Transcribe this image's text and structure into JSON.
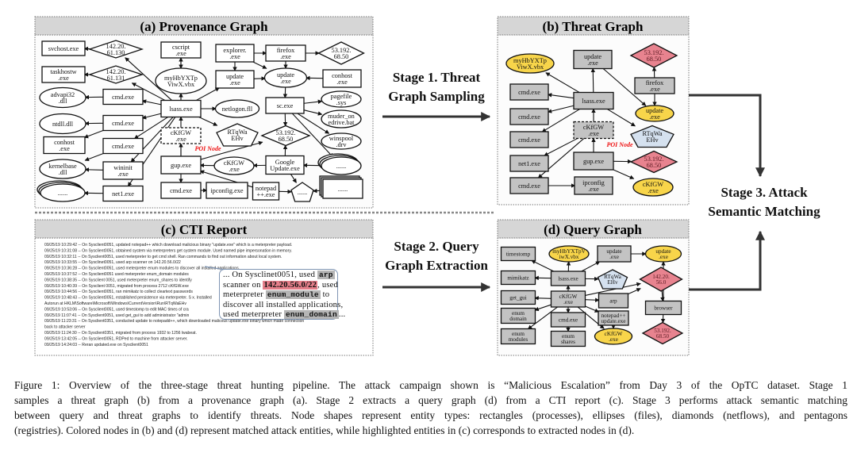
{
  "colors": {
    "process_gray": "#c3c3c3",
    "matched_file": "#f8d54a",
    "matched_netflow": "#e8838f",
    "matched_registry": "#d5e1ef",
    "poi": "#ee1111",
    "callout_border": "#7f95b3"
  },
  "panels": {
    "a": {
      "title": "(a) Provenance Graph"
    },
    "b": {
      "title": "(b) Threat Graph"
    },
    "c": {
      "title": "(c) CTI Report"
    },
    "d": {
      "title": "(d) Query Graph"
    }
  },
  "poi_label": "POI Node",
  "stages": {
    "s1": [
      "Stage 1.  Threat",
      "Graph Sampling"
    ],
    "s2": [
      "Stage 2.  Query",
      "Graph Extraction"
    ],
    "s3": [
      "Stage 3. Attack",
      "Semantic Matching"
    ]
  },
  "provenance_graph": {
    "nodes": [
      {
        "id": "a1",
        "label": "svchost.exe",
        "shape": "rect"
      },
      {
        "id": "a2",
        "label": "142.20.\n61.130",
        "shape": "diamond"
      },
      {
        "id": "a3",
        "label": "taskhostw\n.exe",
        "shape": "rect"
      },
      {
        "id": "a4",
        "label": "142.20.\n61.131",
        "shape": "diamond"
      },
      {
        "id": "a5",
        "label": "advapi32\n.dll",
        "shape": "ellipse"
      },
      {
        "id": "a6",
        "label": "cmd.exe",
        "shape": "rect"
      },
      {
        "id": "a7",
        "label": "ntdll.dll",
        "shape": "ellipse"
      },
      {
        "id": "a8",
        "label": "cmd.exe",
        "shape": "rect"
      },
      {
        "id": "a9",
        "label": "conhost\n.exe",
        "shape": "rect"
      },
      {
        "id": "a10",
        "label": "cmd.exe",
        "shape": "rect"
      },
      {
        "id": "a11",
        "label": "kernelbase\n.dll",
        "shape": "ellipse"
      },
      {
        "id": "a12",
        "label": "wininit\n.exe",
        "shape": "rect"
      },
      {
        "id": "a13",
        "label": "......",
        "shape": "stack-ellipse"
      },
      {
        "id": "a14",
        "label": "net1.exe",
        "shape": "rect"
      },
      {
        "id": "a15",
        "label": "cscript\n.exe",
        "shape": "rect"
      },
      {
        "id": "a16",
        "label": "myHbYXTp\nViwX.vbx",
        "shape": "ellipse"
      },
      {
        "id": "a17",
        "label": "lsass.exe",
        "shape": "rect"
      },
      {
        "id": "a18",
        "label": "netlogon.fll",
        "shape": "ellipse"
      },
      {
        "id": "a19",
        "label": "cKfGW\n.exe",
        "shape": "dashed-rect"
      },
      {
        "id": "a20",
        "label": "RTqWa\nEHv",
        "shape": "pentagon"
      },
      {
        "id": "a21",
        "label": "gup.exe",
        "shape": "rect"
      },
      {
        "id": "a22",
        "label": "cKfGW\n.exe",
        "shape": "ellipse"
      },
      {
        "id": "a23",
        "label": "cmd.exe",
        "shape": "rect"
      },
      {
        "id": "a24",
        "label": "ipconfig.exe",
        "shape": "rect"
      },
      {
        "id": "a25",
        "label": "explorer.\n.exe",
        "shape": "rect"
      },
      {
        "id": "a26",
        "label": "update\n.exe",
        "shape": "rect"
      },
      {
        "id": "a27",
        "label": "firefox\n.exe",
        "shape": "rect"
      },
      {
        "id": "a28",
        "label": "53.192.\n68.50",
        "shape": "diamond"
      },
      {
        "id": "a29",
        "label": "update\n.exe",
        "shape": "ellipse"
      },
      {
        "id": "a30",
        "label": "conhost\n.exe",
        "shape": "rect"
      },
      {
        "id": "a31",
        "label": "sc.exe",
        "shape": "rect"
      },
      {
        "id": "a32",
        "label": "pagefile\n.sys",
        "shape": "ellipse"
      },
      {
        "id": "a33",
        "label": "muder_on\nedrive.bat",
        "shape": "ellipse"
      },
      {
        "id": "a34",
        "label": "53.192.\n68.50",
        "shape": "diamond"
      },
      {
        "id": "a35",
        "label": "winspool\n.drv",
        "shape": "ellipse"
      },
      {
        "id": "a36",
        "label": "Google\nUpdate.exe",
        "shape": "rect"
      },
      {
        "id": "a37",
        "label": "......",
        "shape": "stack-ellipse"
      },
      {
        "id": "a38",
        "label": "notepad\n++.exe",
        "shape": "rect"
      },
      {
        "id": "a39",
        "label": "......",
        "shape": "pentagon"
      },
      {
        "id": "a40",
        "label": "......",
        "shape": "stack-rect"
      }
    ],
    "edges": [
      [
        "a2",
        "a1"
      ],
      [
        "a4",
        "a3"
      ],
      [
        "a17",
        "a2"
      ],
      [
        "a17",
        "a4"
      ],
      [
        "a17",
        "a6"
      ],
      [
        "a17",
        "a8"
      ],
      [
        "a17",
        "a10"
      ],
      [
        "a17",
        "a12"
      ],
      [
        "a17",
        "a14"
      ],
      [
        "a6",
        "a5"
      ],
      [
        "a8",
        "a7"
      ],
      [
        "a8",
        "a9"
      ],
      [
        "a10",
        "a11"
      ],
      [
        "a12",
        "a11"
      ],
      [
        "a14",
        "a13"
      ],
      [
        "a15",
        "a16"
      ],
      [
        "a17",
        "a16"
      ],
      [
        "a17",
        "a15"
      ],
      [
        "a17",
        "a18"
      ],
      [
        "a17",
        "a20"
      ],
      [
        "a17",
        "a26"
      ],
      [
        "a19",
        "a17"
      ],
      [
        "a21",
        "a19"
      ],
      [
        "a19",
        "a23"
      ],
      [
        "a22",
        "a21"
      ],
      [
        "a36",
        "a22"
      ],
      [
        "a23",
        "a24"
      ],
      [
        "a38",
        "a21"
      ],
      [
        "a25",
        "a27"
      ],
      [
        "a25",
        "a26"
      ],
      [
        "a25",
        "a29"
      ],
      [
        "a27",
        "a28"
      ],
      [
        "a27",
        "a29"
      ],
      [
        "a26",
        "a29"
      ],
      [
        "a30",
        "a29"
      ],
      [
        "a29",
        "a31"
      ],
      [
        "a31",
        "a32"
      ],
      [
        "a31",
        "a33"
      ],
      [
        "a31",
        "a35"
      ],
      [
        "a31",
        "a34"
      ],
      [
        "a31",
        "a37"
      ],
      [
        "a36",
        "a34"
      ],
      [
        "a21",
        "a34"
      ],
      [
        "a37",
        "a36"
      ],
      [
        "a36",
        "a39"
      ],
      [
        "a38",
        "a39"
      ],
      [
        "a40",
        "a39"
      ]
    ]
  },
  "threat_graph": {
    "nodes": [
      {
        "id": "b1",
        "label": "myHbYXTp\nViwX.vbx",
        "shape": "ellipse",
        "color": "yellow"
      },
      {
        "id": "b2",
        "label": "update\n.exe",
        "shape": "rect",
        "color": "gray"
      },
      {
        "id": "b3",
        "label": "53.192.\n68.50",
        "shape": "diamond",
        "color": "pink"
      },
      {
        "id": "b4",
        "label": "firefox\n.exe",
        "shape": "rect",
        "color": "gray"
      },
      {
        "id": "b5",
        "label": "cmd.exe",
        "shape": "rect",
        "color": "gray"
      },
      {
        "id": "b6",
        "label": "lsass.exe",
        "shape": "rect",
        "color": "gray"
      },
      {
        "id": "b7",
        "label": "update\n.exe",
        "shape": "ellipse",
        "color": "yellow"
      },
      {
        "id": "b8",
        "label": "cmd.exe",
        "shape": "rect",
        "color": "gray"
      },
      {
        "id": "b9",
        "label": "cKfGW\n.exe",
        "shape": "dashed-rect",
        "color": "gray"
      },
      {
        "id": "b10",
        "label": "RTqWa\nEHv",
        "shape": "pentagon",
        "color": "blue"
      },
      {
        "id": "b11",
        "label": "cmd.exe",
        "shape": "rect",
        "color": "gray"
      },
      {
        "id": "b12",
        "label": "net1.exe",
        "shape": "rect",
        "color": "gray"
      },
      {
        "id": "b13",
        "label": "gup.exe",
        "shape": "rect",
        "color": "gray"
      },
      {
        "id": "b14",
        "label": "53.192.\n68.50",
        "shape": "diamond",
        "color": "pink"
      },
      {
        "id": "b15",
        "label": "cmd.exe",
        "shape": "rect",
        "color": "gray"
      },
      {
        "id": "b16",
        "label": "ipconfig\n.exe",
        "shape": "rect",
        "color": "gray"
      },
      {
        "id": "b17",
        "label": "cKfGW\n.exe",
        "shape": "ellipse",
        "color": "yellow"
      }
    ],
    "edges": [
      [
        "b6",
        "b1"
      ],
      [
        "b6",
        "b2"
      ],
      [
        "b2",
        "b7"
      ],
      [
        "b4",
        "b3"
      ],
      [
        "b4",
        "b7"
      ],
      [
        "b6",
        "b5"
      ],
      [
        "b6",
        "b8"
      ],
      [
        "b6",
        "b11"
      ],
      [
        "b6",
        "b10"
      ],
      [
        "b9",
        "b6"
      ],
      [
        "b9",
        "b12"
      ],
      [
        "b9",
        "b15"
      ],
      [
        "b13",
        "b9"
      ],
      [
        "b13",
        "b14"
      ],
      [
        "b13",
        "b17"
      ],
      [
        "b15",
        "b16"
      ]
    ]
  },
  "cti_report": {
    "lines": [
      "09/25/19 10:29:42 -- On Sysclient0051, updated notepad++ which download malicious binary \"update.exe\" which is a meterpreter payload.",
      "09/25/19 10:31:08 -- On Sysclient0051, obtained system via meterpreters get system module. Used named pipe impersonation in memory.",
      "09/25/19 10:32:11 -- On Sysclient0051, used meterpreter to get cmd shell. Ran commands to find out information about local system.",
      "09/25/19 10:33:55 -- On Sysclinet0051, used arp scanner on 142.20.56.0/22",
      "09/25/19 10:36:28 -- On Sysclient0051, used meterpreter enum modules to discover all installed applications.",
      "09/25/19 10:37:52 -- On Sysclient0051 used meterpreter enum_domain modules",
      "09/25/19 10:38:35 -- On Sysclient 0051, used meterpreter enum_shares to identify",
      "09/25/19 10:40:39 -- On Sysclient 0051, migrated from process 2712 cKfGW.exe",
      "09/25/19 10:44:56 -- On Sysclient0051, ran mimikatz to collect cleartext passwords",
      "09/25/19 10:48:43 -- On Sysclient0051, established persistence via meterpreter. S                                                                                  x. Installed",
      "Autorun at HKLM\\Software\\Microsoft\\Windows\\CurrentVersion\\Run\\RTqWaEHv",
      "09/25/19 10:53:06 -- On Sysclient0051, used timestomp to edit MAC times of cra",
      "09/25/19 11:07:41 -- On Sysclient0051, used get_gui to add administrator \"admin",
      "09/25/19 11:23:31 -- On Sysclient0351, conducted update to notepadd++, which downloaded malicous update.exe binary which made connection",
      "back to attacker server",
      "09/25/19 11:24:30 -- On Sysclient0351, migrated from process 1932 to 1256 lwabeat.",
      "09/25/19 13:42:05 -- On Sysclient0051, RDPed to machine from attacker server.",
      "09/25/19 14:24:03 -- Reran updated.exe on Sysclient0051"
    ],
    "callout": [
      [
        {
          "t": "... On Sysclinet0051, used "
        },
        {
          "t": "arp",
          "hl": "gray"
        }
      ],
      [
        {
          "t": "scanner on "
        },
        {
          "t": "142.20.56.0/22",
          "hl": "pink"
        },
        {
          "t": ", used"
        }
      ],
      [
        {
          "t": "meterpreter "
        },
        {
          "t": "enum_module",
          "hl": "gray"
        },
        {
          "t": " to"
        }
      ],
      [
        {
          "t": "discover all installed applications,"
        }
      ],
      [
        {
          "t": "used meterpreter "
        },
        {
          "t": "enum_domain",
          "hl": "gray"
        },
        {
          "t": "..."
        }
      ]
    ]
  },
  "query_graph": {
    "nodes": [
      {
        "id": "d1",
        "label": "timestomp",
        "shape": "rect",
        "color": "gray"
      },
      {
        "id": "d2",
        "label": "myHbYXTpV\niwX.vbx",
        "shape": "ellipse",
        "color": "yellow"
      },
      {
        "id": "d3",
        "label": "update\n.exe",
        "shape": "rect",
        "color": "gray"
      },
      {
        "id": "d4",
        "label": "update\n.exe",
        "shape": "ellipse",
        "color": "yellow"
      },
      {
        "id": "d5",
        "label": "mimikatz",
        "shape": "rect",
        "color": "gray"
      },
      {
        "id": "d6",
        "label": "lsass.exe",
        "shape": "rect",
        "color": "gray"
      },
      {
        "id": "d7",
        "label": "RTqWa\nEHv",
        "shape": "pentagon",
        "color": "blue"
      },
      {
        "id": "d8",
        "label": "142.20.\n56.0",
        "shape": "diamond",
        "color": "pink"
      },
      {
        "id": "d9",
        "label": "get_gui",
        "shape": "rect",
        "color": "gray"
      },
      {
        "id": "d10",
        "label": "cKfGW\n.exe",
        "shape": "rect",
        "color": "gray"
      },
      {
        "id": "d11",
        "label": "arp",
        "shape": "rect",
        "color": "gray"
      },
      {
        "id": "d12",
        "label": "browser",
        "shape": "rect",
        "color": "gray"
      },
      {
        "id": "d13",
        "label": "enum\ndomain",
        "shape": "rect",
        "color": "gray"
      },
      {
        "id": "d14",
        "label": "cmd.exe",
        "shape": "rect",
        "color": "gray"
      },
      {
        "id": "d15",
        "label": "notepad++\nupdate.exe",
        "shape": "rect",
        "color": "gray"
      },
      {
        "id": "d16",
        "label": "53.192.\n68.50",
        "shape": "diamond",
        "color": "pink"
      },
      {
        "id": "d17",
        "label": "enum\nmodules",
        "shape": "rect",
        "color": "gray"
      },
      {
        "id": "d18",
        "label": "enum\nshares",
        "shape": "rect",
        "color": "gray"
      },
      {
        "id": "d19",
        "label": "cKfGW\n.exe",
        "shape": "ellipse",
        "color": "yellow"
      }
    ],
    "edges": [
      [
        "d6",
        "d1"
      ],
      [
        "d6",
        "d2"
      ],
      [
        "d6",
        "d3"
      ],
      [
        "d3",
        "d4"
      ],
      [
        "d6",
        "d5"
      ],
      [
        "d6",
        "d7"
      ],
      [
        "d10",
        "d6"
      ],
      [
        "d10",
        "d9"
      ],
      [
        "d10",
        "d13"
      ],
      [
        "d10",
        "d17"
      ],
      [
        "d10",
        "d14"
      ],
      [
        "d10",
        "d18"
      ],
      [
        "d10",
        "d11"
      ],
      [
        "d10",
        "d8"
      ],
      [
        "d11",
        "d8"
      ],
      [
        "d10",
        "d15"
      ],
      [
        "d15",
        "d19"
      ],
      [
        "d10",
        "d19"
      ],
      [
        "d12",
        "d4"
      ],
      [
        "d12",
        "d16"
      ],
      [
        "d8",
        "d12"
      ]
    ]
  },
  "caption": [
    "Figure 1: Overview of the three-stage threat hunting pipeline. The attack campaign shown is “Malicious Escalation” from Day 3 of the OpTC dataset. Stage 1",
    "samples a threat graph (b) from a provenance graph (a). Stage 2 extracts a query graph (d) from a CTI report (c). Stage 3 performs attack semantic matching",
    "between query and threat graphs to identify threats. Node shapes represent entity types: rectangles (processes), ellipses (files), diamonds (netflows), and pentagons",
    "(registries). Colored nodes in (b) and (d) represent matched attack entities, while highlighted entities in (c) corresponds to extracted nodes in (d)."
  ]
}
